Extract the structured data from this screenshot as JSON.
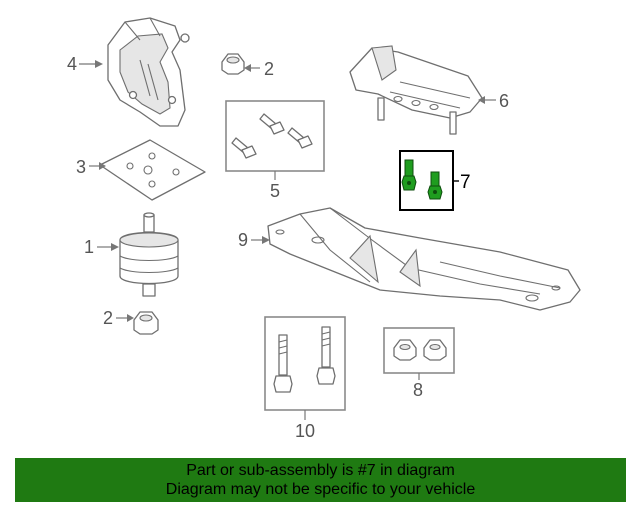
{
  "callouts": [
    {
      "id": "1",
      "label": "1"
    },
    {
      "id": "2a",
      "label": "2"
    },
    {
      "id": "2b",
      "label": "2"
    },
    {
      "id": "3",
      "label": "3"
    },
    {
      "id": "4",
      "label": "4"
    },
    {
      "id": "5",
      "label": "5"
    },
    {
      "id": "6",
      "label": "6"
    },
    {
      "id": "7",
      "label": "7"
    },
    {
      "id": "8",
      "label": "8"
    },
    {
      "id": "9",
      "label": "9"
    },
    {
      "id": "10",
      "label": "10"
    }
  ],
  "highlight": {
    "part_number": "7",
    "box_color": "#000000",
    "bolt_color": "#1f9d1f"
  },
  "banner": {
    "line1": "Part or sub-assembly is #7 in diagram",
    "line2": "Diagram may not be specific to your vehicle",
    "background": "#1f7a12"
  }
}
